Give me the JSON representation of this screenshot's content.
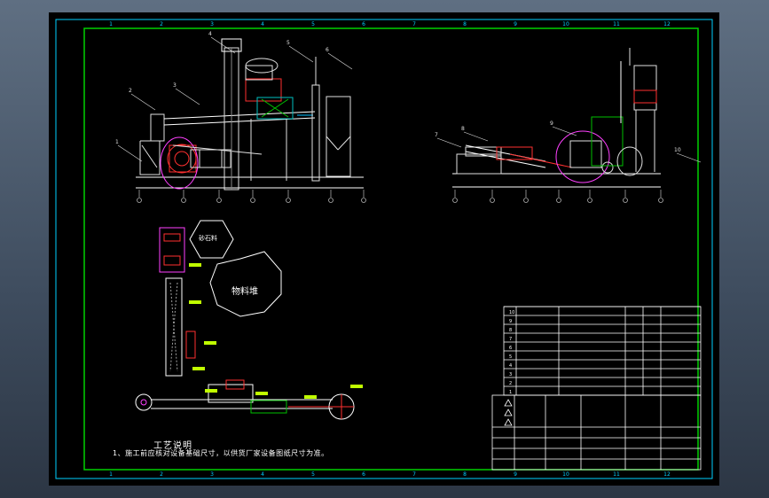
{
  "drawing": {
    "title": "",
    "frame_color": "#00d000",
    "background": "#000000"
  },
  "grid_numbers": {
    "top": [
      "1",
      "2",
      "3",
      "4",
      "5",
      "6",
      "7",
      "8",
      "9",
      "10",
      "11",
      "12"
    ],
    "bottom": [
      "1",
      "2",
      "3",
      "4",
      "5",
      "6",
      "7",
      "8",
      "9",
      "10",
      "11",
      "12"
    ]
  },
  "callouts": {
    "elevation_left": [
      "1",
      "2",
      "3",
      "4",
      "5",
      "6"
    ],
    "elevation_right": [
      "7",
      "8",
      "9",
      "10"
    ]
  },
  "plan": {
    "hexagon_label": "砂石料",
    "heptagon_label": "物料堆"
  },
  "notes": {
    "title": "工艺说明",
    "line1": "1、施工前应核对设备基础尺寸，以供货厂家设备图纸尺寸为准。"
  },
  "parts_table": {
    "rows": [
      [
        "10",
        "",
        "",
        "",
        "",
        ""
      ],
      [
        "9",
        "",
        "",
        "",
        "",
        ""
      ],
      [
        "8",
        "",
        "",
        "",
        "",
        ""
      ],
      [
        "7",
        "",
        "",
        "",
        "",
        ""
      ],
      [
        "6",
        "",
        "",
        "",
        "",
        ""
      ],
      [
        "5",
        "",
        "",
        "",
        "",
        ""
      ],
      [
        "4",
        "",
        "",
        "",
        "",
        ""
      ],
      [
        "3",
        "",
        "",
        "",
        "",
        ""
      ],
      [
        "2",
        "",
        "",
        "",
        "",
        ""
      ],
      [
        "1",
        "",
        "",
        "",
        "",
        ""
      ]
    ]
  },
  "title_block": {
    "drawing_name": "",
    "scale_label": "",
    "sheet_label": ""
  }
}
